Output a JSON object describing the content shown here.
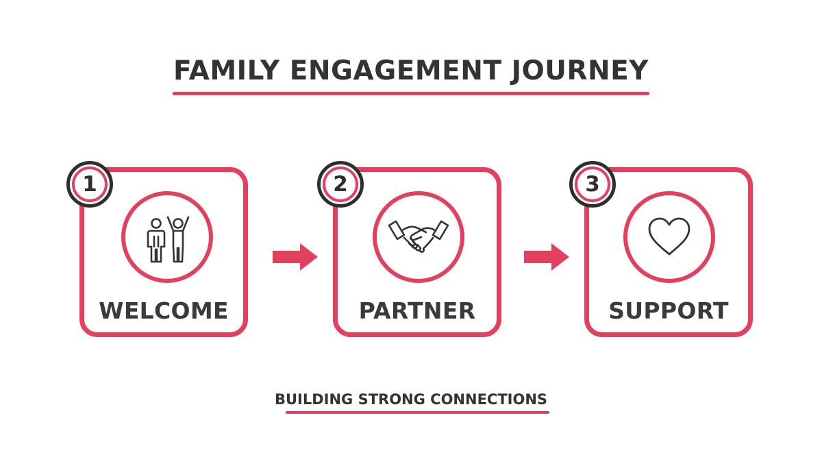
{
  "title": "FAMILY ENGAGEMENT JOURNEY",
  "steps": [
    {
      "number": "1",
      "label": "WELCOME",
      "icon": "people-icon"
    },
    {
      "number": "2",
      "label": "PARTNER",
      "icon": "handshake-icon"
    },
    {
      "number": "3",
      "label": "SUPPORT",
      "icon": "heart-icon"
    }
  ],
  "footer": "BUILDING STRONG CONNECTIONS",
  "colors": {
    "accent": "#e3405f",
    "text": "#333333",
    "badge_outline": "#2e2e2e"
  }
}
